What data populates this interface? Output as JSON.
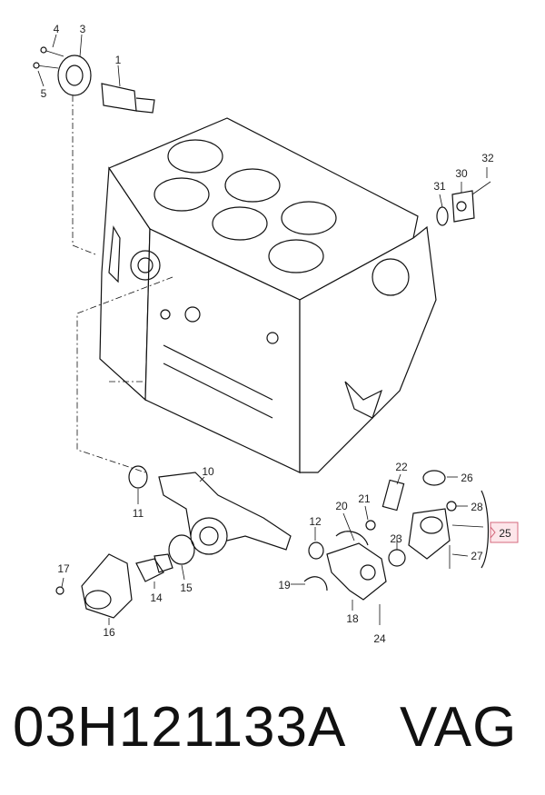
{
  "callouts": {
    "c1": "1",
    "c3": "3",
    "c4": "4",
    "c5": "5",
    "c10": "10",
    "c11": "11",
    "c12": "12",
    "c14": "14",
    "c15": "15",
    "c16": "16",
    "c17": "17",
    "c18": "18",
    "c19": "19",
    "c20": "20",
    "c21": "21",
    "c22": "22",
    "c23": "23",
    "c24": "24",
    "c25": "25",
    "c26": "26",
    "c27": "27",
    "c28": "28",
    "c30": "30",
    "c31": "31",
    "c32": "32"
  },
  "highlight_color": "#d46a7e",
  "footer": {
    "part_number": "03H121133A",
    "brand": "VAG"
  }
}
